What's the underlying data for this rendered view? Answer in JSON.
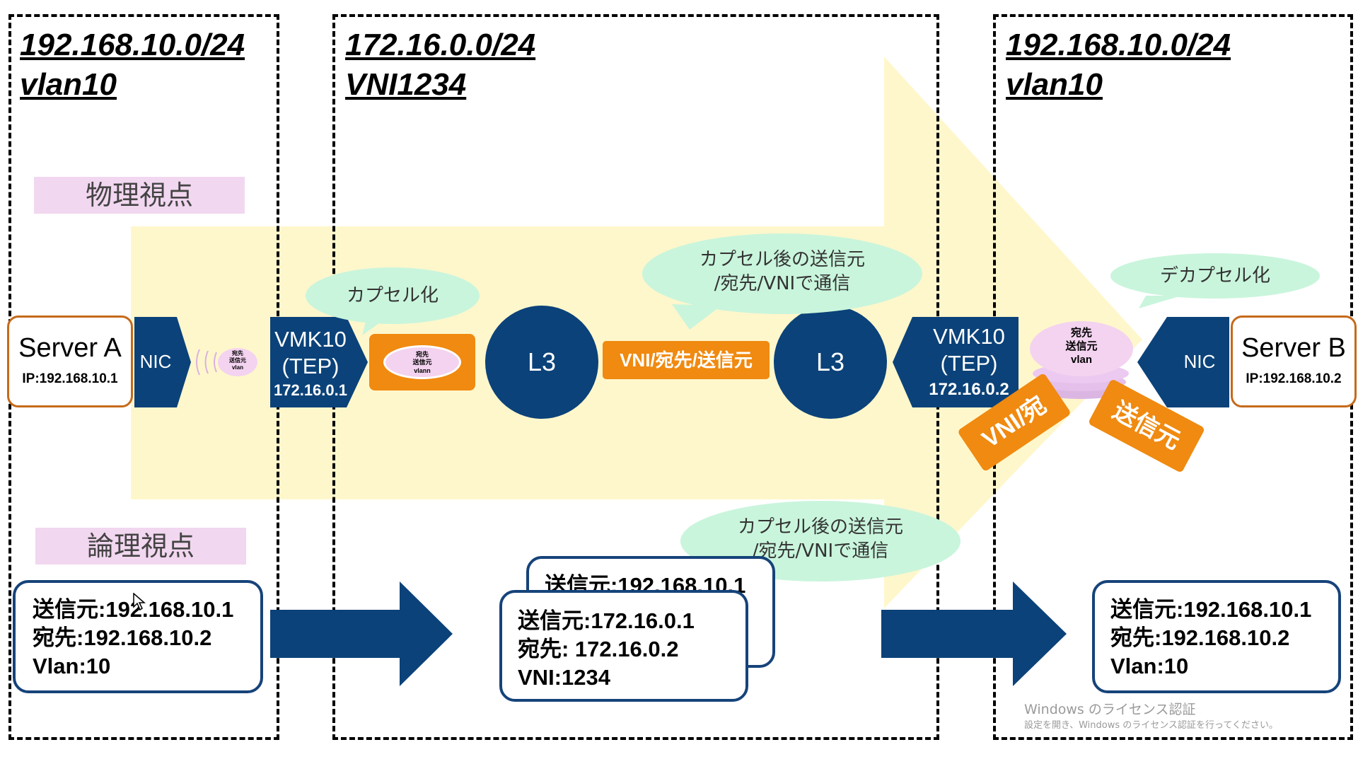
{
  "zones": {
    "left": {
      "subnet": "192.168.10.0/24",
      "tag": "vlan10"
    },
    "middle": {
      "subnet": "172.16.0.0/24",
      "tag": "VNI1234"
    },
    "right": {
      "subnet": "192.168.10.0/24",
      "tag": "vlan10"
    }
  },
  "views": {
    "physical": "物理視点",
    "logical": "論理視点"
  },
  "server_a": {
    "name": "Server A",
    "ip": "IP:192.168.10.1"
  },
  "server_b": {
    "name": "Server B",
    "ip": "IP:192.168.10.2"
  },
  "nic_label": "NIC",
  "packet_small": {
    "dst": "宛先",
    "src": "送信元",
    "vlan": "vlan"
  },
  "packet_encap": {
    "dst": "宛先",
    "src": "送信元",
    "vlan": "vlann"
  },
  "packet_right": {
    "dst": "宛先",
    "src": "送信元",
    "vlan": "vlan"
  },
  "vmk_left": {
    "name": "VMK10",
    "tep": "(TEP)",
    "ip": "172.16.0.1"
  },
  "vmk_right": {
    "name": "VMK10",
    "tep": "(TEP)",
    "ip": "172.16.0.2"
  },
  "router_label": "L3",
  "tunnel_header": "VNI/宛先/送信元",
  "broken_header": {
    "left": "VNI/宛",
    "right": "送信元"
  },
  "clouds": {
    "encap": "カプセル化",
    "phys_comm": {
      "line1": "カプセル後の送信元",
      "line2": "/宛先/VNIで通信"
    },
    "decap": "デカプセル化",
    "logic_comm": {
      "line1": "カプセル後の送信元",
      "line2": "/宛先/VNIで通信"
    }
  },
  "logical": {
    "left": {
      "src": "送信元:192.168.10.1",
      "dst": "宛先:192.168.10.2",
      "vlan": "Vlan:10"
    },
    "middle_back": "送信元:192.168.10.1",
    "middle": {
      "src": "送信元:172.16.0.1",
      "dst": "宛先: 172.16.0.2",
      "vni": "VNI:1234"
    },
    "right": {
      "src": "送信元:192.168.10.1",
      "dst": "宛先:192.168.10.2",
      "vlan": "Vlan:10"
    }
  },
  "watermark": {
    "line1": "Windows のライセンス認証",
    "line2": "設定を開き、Windows のライセンス認証を行ってください。"
  },
  "colors": {
    "navy": "#0b4279",
    "orange": "#f08a10",
    "mint": "#c9f5dc",
    "pink": "#f2d7f0",
    "cream": "#fff7cc",
    "server_border": "#c56a1a",
    "box_border": "#16437a"
  }
}
